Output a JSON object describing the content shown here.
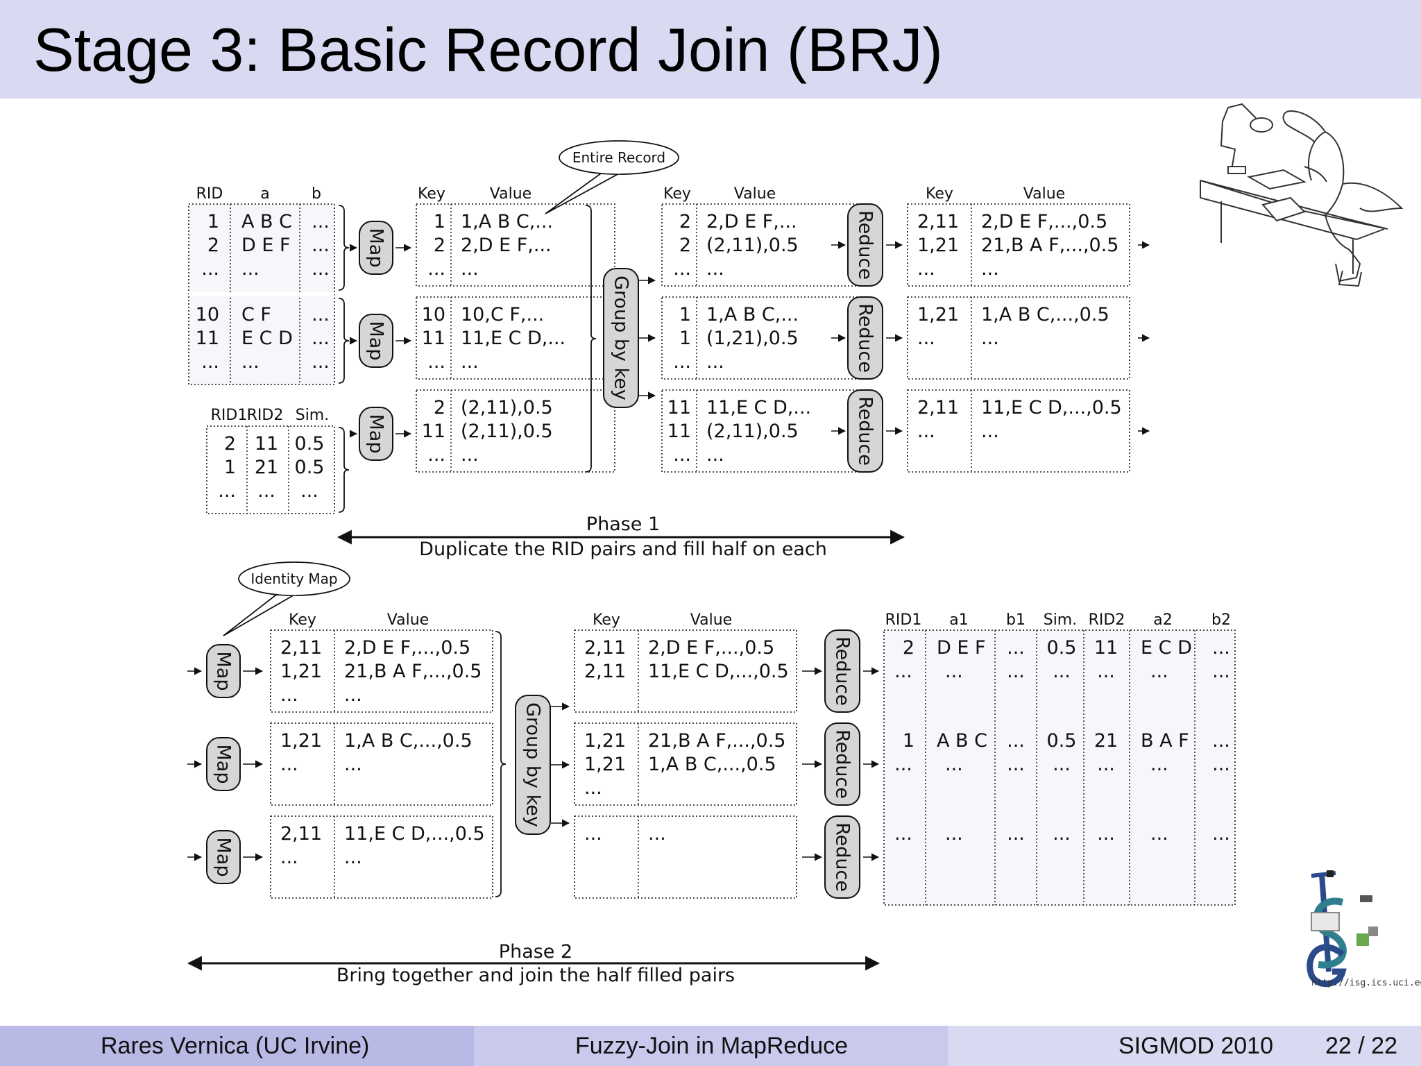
{
  "slide": {
    "title": "Stage 3: Basic Record Join (BRJ)",
    "footer": {
      "author": "Rares Vernica  (UC Irvine)",
      "talk": "Fuzzy-Join in MapReduce",
      "venue": "SIGMOD 2010",
      "page": "22 / 22"
    },
    "logo_url": "http://isg.ics.uci.edu"
  },
  "diagram": {
    "labels": {
      "map": "Map",
      "reduce": "Reduce",
      "group_by_key": "Group by key",
      "key": "Key",
      "value": "Value"
    },
    "callouts": {
      "entire_record": "Entire Record",
      "identity_map": "Identity Map"
    },
    "phase1": {
      "title": "Phase 1",
      "caption": "Duplicate the RID pairs and fill half on each",
      "input_headers": [
        "RID",
        "a",
        "b"
      ],
      "input_blocks": [
        [
          [
            "1",
            "A B C",
            "..."
          ],
          [
            "2",
            "D E F",
            "..."
          ],
          [
            "...",
            "...",
            "..."
          ]
        ],
        [
          [
            "10",
            "C F",
            "..."
          ],
          [
            "11",
            "E C D",
            "..."
          ],
          [
            "...",
            "...",
            "..."
          ]
        ]
      ],
      "rid_pair_headers": [
        "RID1",
        "RID2",
        "Sim."
      ],
      "rid_pairs": [
        [
          "2",
          "11",
          "0.5"
        ],
        [
          "1",
          "21",
          "0.5"
        ],
        [
          "...",
          "...",
          "..."
        ]
      ],
      "map_output": [
        [
          [
            "1",
            "1,A B C,..."
          ],
          [
            "2",
            "2,D E F,..."
          ],
          [
            "...",
            "..."
          ]
        ],
        [
          [
            "10",
            "10,C F,..."
          ],
          [
            "11",
            "11,E C D,..."
          ],
          [
            "...",
            "..."
          ]
        ],
        [
          [
            "2",
            "(2,11),0.5"
          ],
          [
            "11",
            "(2,11),0.5"
          ],
          [
            "...",
            "..."
          ]
        ]
      ],
      "grouped": [
        [
          [
            "2",
            "2,D E F,..."
          ],
          [
            "2",
            "(2,11),0.5"
          ],
          [
            "...",
            "..."
          ]
        ],
        [
          [
            "1",
            "1,A B C,..."
          ],
          [
            "1",
            "(1,21),0.5"
          ],
          [
            "...",
            "..."
          ]
        ],
        [
          [
            "11",
            "11,E C D,..."
          ],
          [
            "11",
            "(2,11),0.5"
          ],
          [
            "...",
            "..."
          ]
        ]
      ],
      "reduce_output": [
        [
          [
            "2,11",
            "2,D E F,...,0.5"
          ],
          [
            "1,21",
            "21,B A F,...,0.5"
          ],
          [
            "...",
            "..."
          ]
        ],
        [
          [
            "1,21",
            "1,A B C,...,0.5"
          ],
          [
            "...",
            "..."
          ]
        ],
        [
          [
            "2,11",
            "11,E C D,...,0.5"
          ],
          [
            "...",
            "..."
          ]
        ]
      ]
    },
    "phase2": {
      "title": "Phase 2",
      "caption": "Bring together and join the half filled pairs",
      "map_input": [
        [
          [
            "2,11",
            "2,D E F,...,0.5"
          ],
          [
            "1,21",
            "21,B A F,...,0.5"
          ],
          [
            "...",
            "..."
          ]
        ],
        [
          [
            "1,21",
            "1,A B C,...,0.5"
          ],
          [
            "...",
            "..."
          ]
        ],
        [
          [
            "2,11",
            "11,E C D,...,0.5"
          ],
          [
            "...",
            "..."
          ]
        ]
      ],
      "grouped": [
        [
          [
            "2,11",
            "2,D E F,...,0.5"
          ],
          [
            "2,11",
            "11,E C D,...,0.5"
          ]
        ],
        [
          [
            "1,21",
            "21,B A F,...,0.5"
          ],
          [
            "1,21",
            "1,A B C,...,0.5"
          ],
          [
            "...",
            ""
          ]
        ],
        [
          [
            "...",
            "..."
          ]
        ]
      ],
      "output_headers": [
        "RID1",
        "a1",
        "b1",
        "Sim.",
        "RID2",
        "a2",
        "b2"
      ],
      "output_groups": [
        [
          [
            "2",
            "D E F",
            "...",
            "0.5",
            "11",
            "E C D",
            "..."
          ],
          [
            "...",
            "...",
            "...",
            "...",
            "...",
            "...",
            "..."
          ]
        ],
        [
          [
            "1",
            "A B C",
            "...",
            "0.5",
            "21",
            "B A F",
            "..."
          ],
          [
            "...",
            "...",
            "...",
            "...",
            "...",
            "...",
            "..."
          ]
        ],
        [
          [
            "...",
            "...",
            "...",
            "...",
            "...",
            "...",
            "..."
          ]
        ]
      ]
    }
  }
}
